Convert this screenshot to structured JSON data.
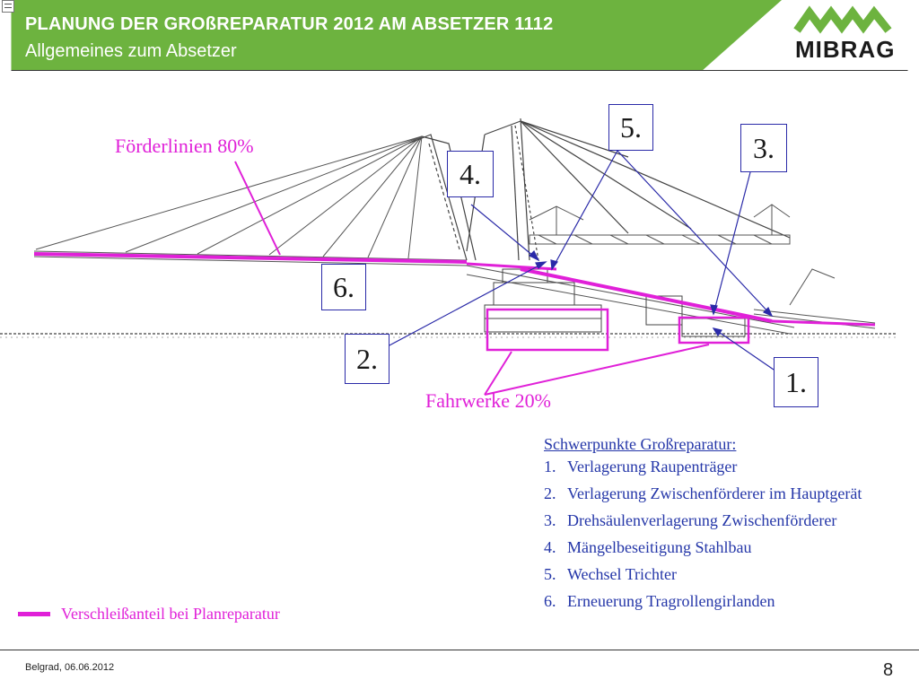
{
  "header": {
    "title": "PLANUNG DER GROßREPARATUR 2012 AM ABSETZER 1112",
    "subtitle": "Allgemeines zum Absetzer",
    "green": "#6db33f",
    "logo_text": "MIBRAG"
  },
  "diagram": {
    "foerderlinien_label": "Förderlinien 80%",
    "fahrwerke_label": "Fahrwerke 20%",
    "boxes": [
      "1.",
      "2.",
      "3.",
      "4.",
      "5.",
      "6."
    ],
    "pink": "#e020d8",
    "blue": "#2a2aa8"
  },
  "legend": {
    "title": "Schwerpunkte Großreparatur:",
    "items": [
      {
        "num": "1.",
        "text": "Verlagerung Raupenträger"
      },
      {
        "num": "2.",
        "text": "Verlagerung Zwischenförderer im Hauptgerät"
      },
      {
        "num": "3.",
        "text": "Drehsäulenverlagerung Zwischenförderer"
      },
      {
        "num": "4.",
        "text": "Mängelbeseitigung Stahlbau"
      },
      {
        "num": "5.",
        "text": "Wechsel Trichter"
      },
      {
        "num": "6.",
        "text": "Erneuerung Tragrollengirlanden"
      }
    ]
  },
  "wear_legend": "Verschleißanteil bei Planreparatur",
  "footer": {
    "location_date": "Belgrad, 06.06.2012",
    "page": "8"
  }
}
